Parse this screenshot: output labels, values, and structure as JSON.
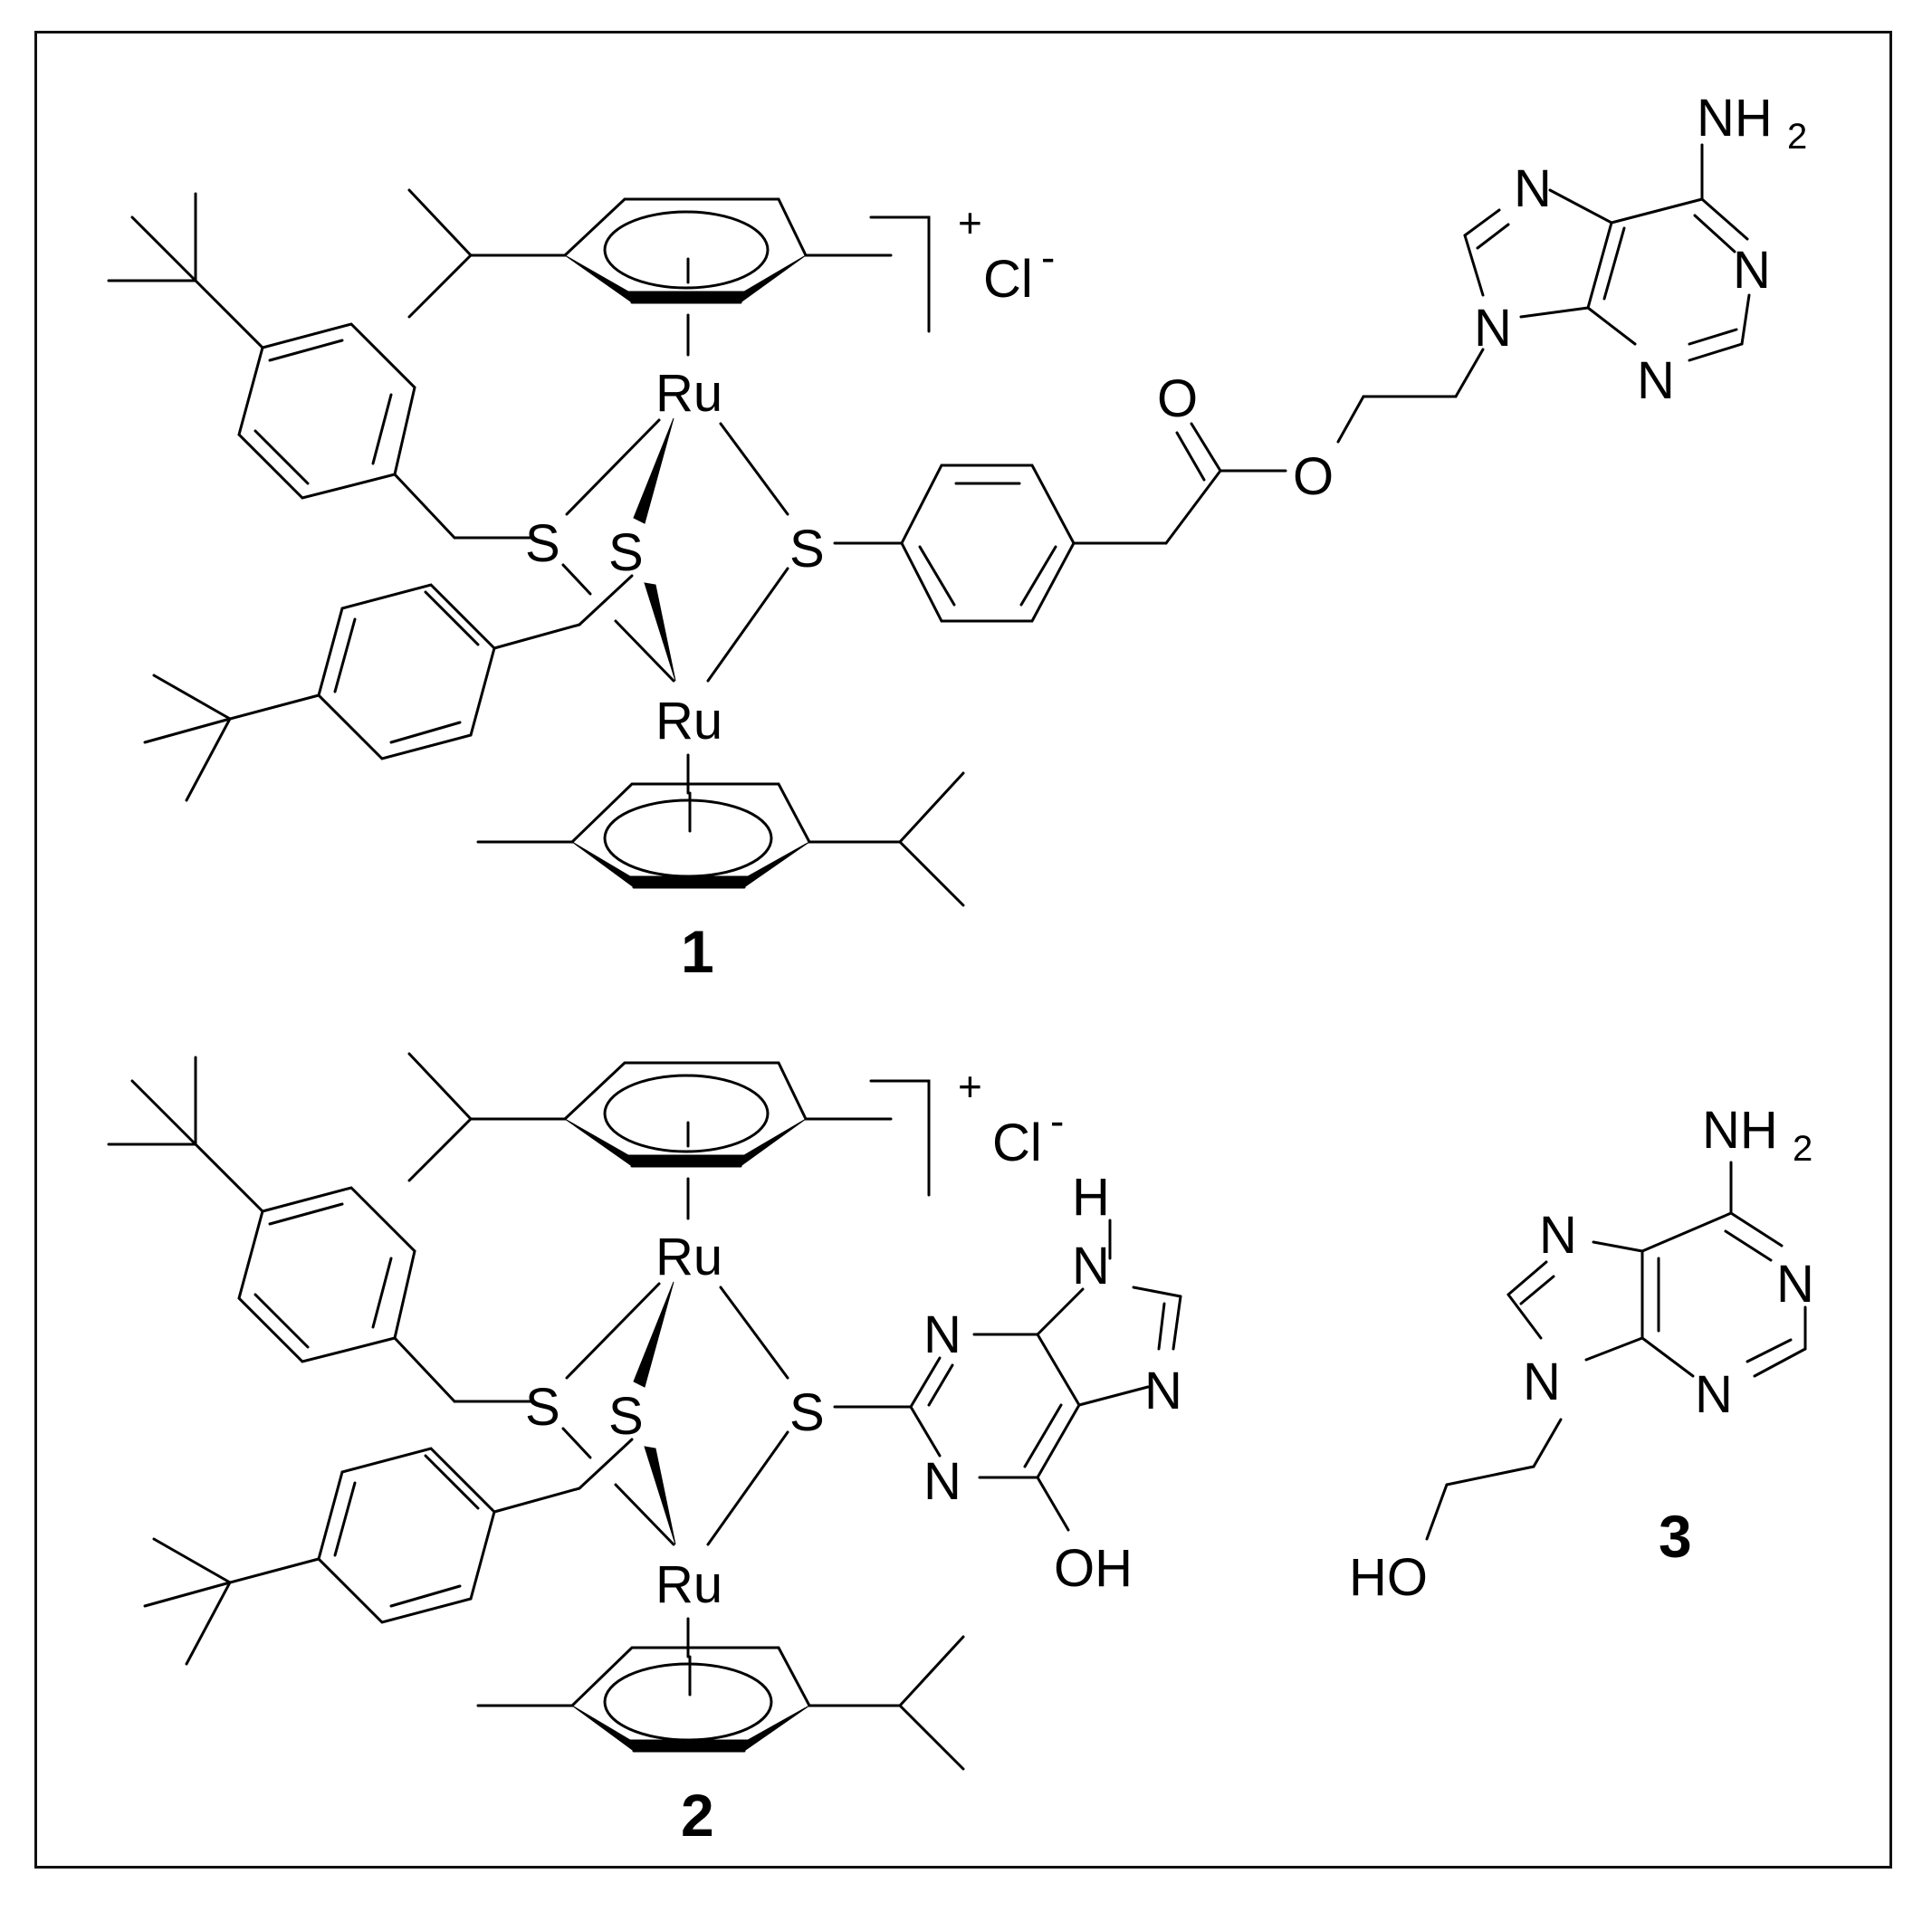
{
  "structures": {
    "s1": {
      "label": "1",
      "charge": "+",
      "counterion": "Cl",
      "counterion_charge": "-",
      "ru_top": "Ru",
      "ru_bottom": "Ru",
      "s_left": "S",
      "s_mid": "S",
      "s_right": "S",
      "carbonyl_o": "O",
      "ester_o": "O",
      "n1": "N",
      "n3": "N",
      "n7": "N",
      "n9": "N",
      "nh2": "NH",
      "nh2_sub": "2"
    },
    "s2": {
      "label": "2",
      "charge": "+",
      "counterion": "Cl",
      "counterion_charge": "-",
      "ru_top": "Ru",
      "ru_bottom": "Ru",
      "s_left": "S",
      "s_mid": "S",
      "s_right": "S",
      "h": "H",
      "n_h": "N",
      "n1": "N",
      "n3": "N",
      "n7": "N",
      "oh": "OH"
    },
    "s3": {
      "label": "3",
      "nh2": "NH",
      "nh2_sub": "2",
      "n1": "N",
      "n3": "N",
      "n7": "N",
      "n9": "N",
      "ho": "HO"
    }
  }
}
